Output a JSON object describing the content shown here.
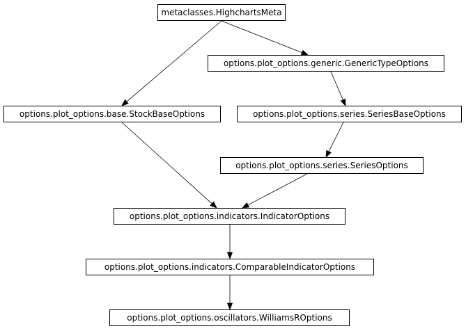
{
  "nodes": {
    "highcharts_meta": "metaclasses.HighchartsMeta",
    "generic_type_options": "options.plot_options.generic.GenericTypeOptions",
    "stock_base_options": "options.plot_options.base.StockBaseOptions",
    "series_base_options": "options.plot_options.series.SeriesBaseOptions",
    "series_options": "options.plot_options.series.SeriesOptions",
    "indicator_options": "options.plot_options.indicators.IndicatorOptions",
    "comparable_indicator_options": "options.plot_options.indicators.ComparableIndicatorOptions",
    "williams_r_options": "options.plot_options.oscillators.WilliamsROptions"
  },
  "edges": [
    {
      "from": "highcharts_meta",
      "to": "generic_type_options"
    },
    {
      "from": "highcharts_meta",
      "to": "stock_base_options"
    },
    {
      "from": "generic_type_options",
      "to": "series_base_options"
    },
    {
      "from": "series_base_options",
      "to": "series_options"
    },
    {
      "from": "stock_base_options",
      "to": "indicator_options"
    },
    {
      "from": "series_options",
      "to": "indicator_options"
    },
    {
      "from": "indicator_options",
      "to": "comparable_indicator_options"
    },
    {
      "from": "comparable_indicator_options",
      "to": "williams_r_options"
    }
  ]
}
